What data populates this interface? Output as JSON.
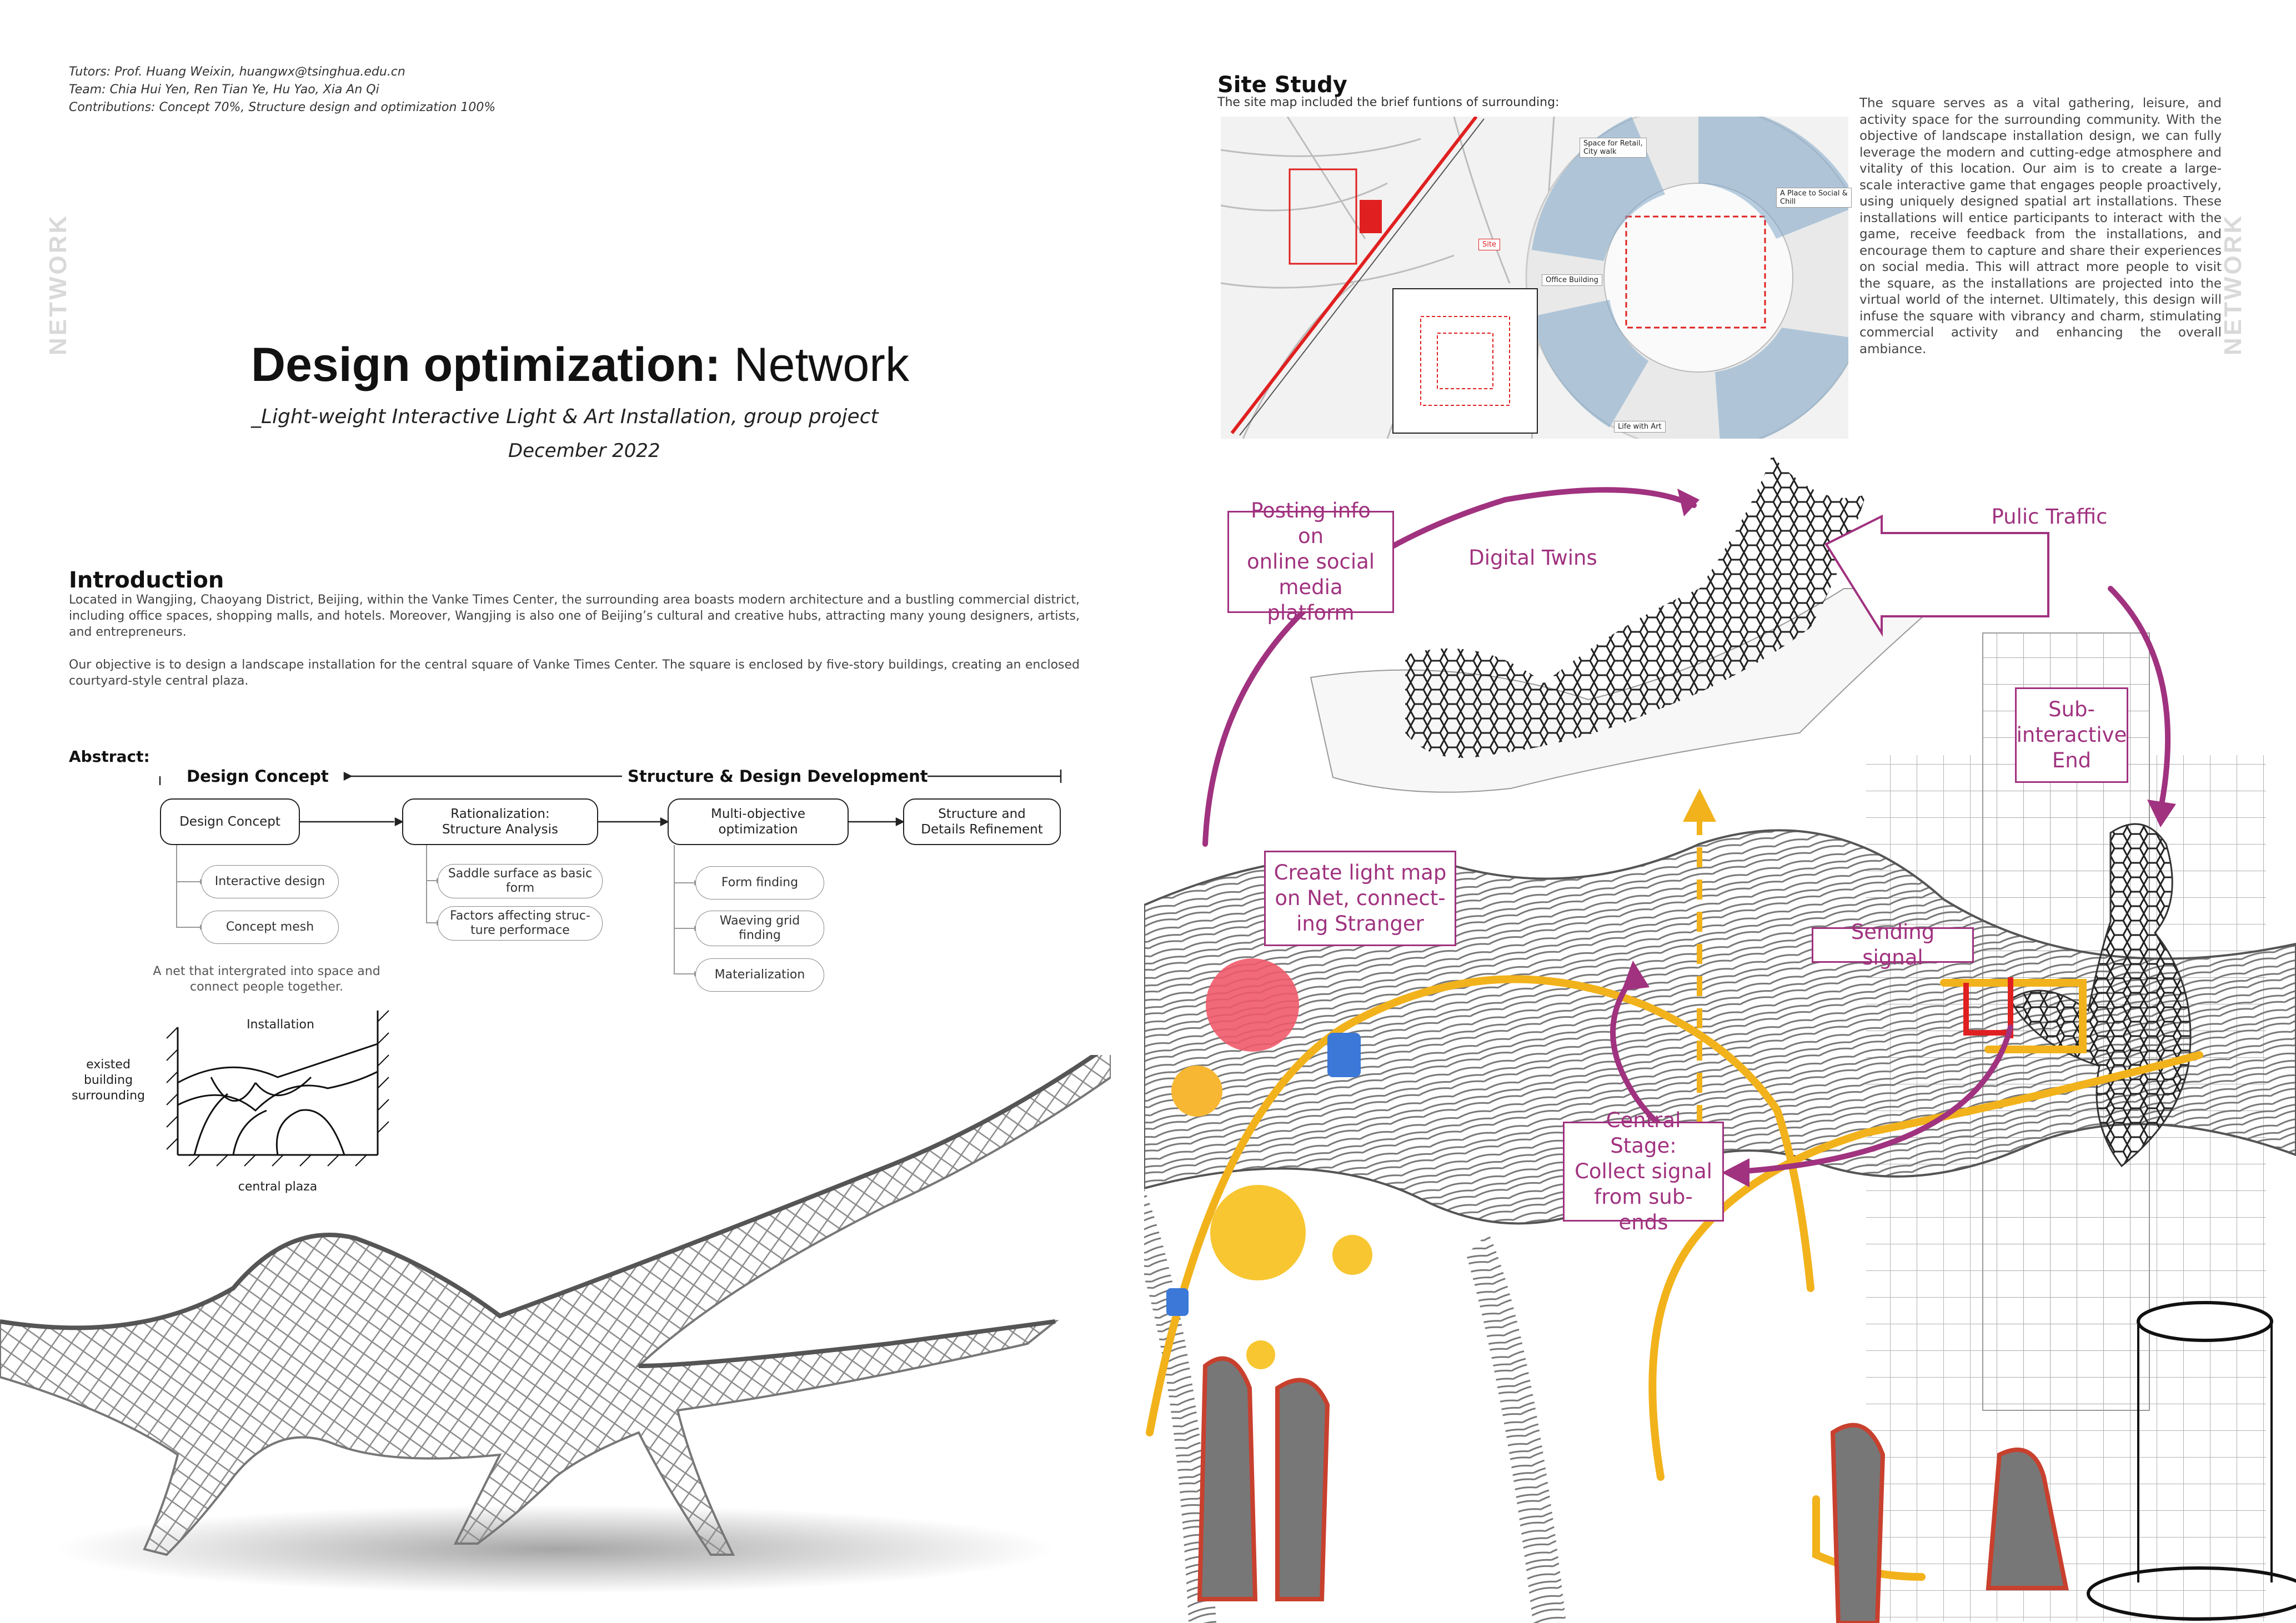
{
  "credits": {
    "tutors": "Tutors: Prof. Huang Weixin, huangwx@tsinghua.edu.cn",
    "team": "Team: Chia Hui Yen, Ren Tian Ye, Hu Yao, Xia An Qi",
    "contributions": "Contributions: Concept 70%, Structure design and optimization 100%"
  },
  "side_label": "NETWORK",
  "title": {
    "bold": "Design optimization:",
    "regular": " Network"
  },
  "subtitle": "_Light-weight Interactive Light & Art Installation, group project",
  "date": "December 2022",
  "introduction": {
    "heading": "Introduction",
    "p1": "Located in Wangjing, Chaoyang District, Beijing, within the Vanke Times Center, the surrounding area boasts modern architecture and a bustling commercial district, including office spaces, shopping malls, and hotels. Moreover, Wangjing is also one of Beijing’s cultural and creative hubs, attracting many young designers, artists, and entrepreneurs.",
    "p2": "Our objective is to design a landscape installation for the central square of Vanke Times Center. The square is enclosed by five-story buildings, creating an enclosed courtyard-style central plaza."
  },
  "abstract": {
    "label": "Abstract:",
    "phase1": "Design Concept",
    "phase2": "Structure & Design Development",
    "boxes": [
      "Design Concept",
      "Rationalization:\nStructure Analysis",
      "Multi-objective\noptimization",
      "Structure and\nDetails Refinement"
    ],
    "col1": [
      "Interactive design",
      "Concept mesh"
    ],
    "col2": [
      "Saddle surface as basic\nform",
      "Factors affecting struc-\nture performace"
    ],
    "col3": [
      "Form finding",
      "Waeving grid\nfinding",
      "Materialization"
    ],
    "note": "A net that intergrated into space and\nconnect people together."
  },
  "sketch": {
    "installation": "Installation",
    "existed": "existed\nbuilding\nsurrounding",
    "plaza": "central plaza"
  },
  "site": {
    "title": "Site Study",
    "subtitle": "The site map included the brief funtions of surrounding:",
    "paragraph": "The square serves as a vital gathering, leisure, and activity space for the surrounding community. With the objective of landscape installation design, we can fully leverage the modern and cutting-edge atmosphere and vitality of this location. Our aim is to create a large-scale interactive game that engages people proactively, using uniquely designed spatial art installations. These installations will entice participants to interact with the game, receive feedback from the installations, and encourage them to capture and share their experiences on social media. This will attract more people to visit the square, as the installations are projected into the virtual world of the internet. Ultimately, this design will infuse the square with vibrancy and charm, stimulating commercial activity and enhancing the overall ambiance.",
    "map_labels": {
      "retail": "Space for Retail,\nCity walk",
      "social": "A Place to Social &\nChill",
      "office": "Office Building",
      "life": "Life with Art",
      "site": "Site"
    }
  },
  "annotations": {
    "posting": "Posting info on\nonline social\nmedia platform",
    "twins": "Digital Twins",
    "traffic": "Pulic Traffic",
    "sub_end": "Sub-\ninteractive\nEnd",
    "light_map": "Create light map\non Net, connect-\ning Stranger",
    "sending": "Sending signal",
    "central": "Central Stage:\nCollect signal\nfrom sub-ends"
  },
  "colors": {
    "accent_magenta": "#a0327f",
    "path_yellow": "#f2b21b",
    "site_red": "#e02020"
  }
}
